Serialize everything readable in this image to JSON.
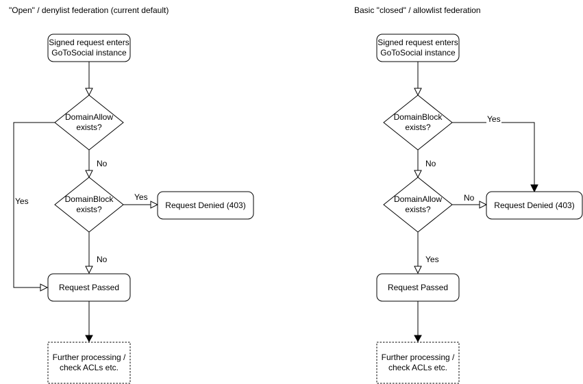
{
  "colors": {
    "stroke": "#000000",
    "shape_fill": "#ffffff",
    "text": "#000000",
    "background": "#ffffff"
  },
  "left_chart": {
    "title": "\"Open\" / denylist federation (current default)",
    "start_line1": "Signed request enters",
    "start_line2": "GoToSocial instance",
    "decision1_line1": "DomainAllow",
    "decision1_line2": "exists?",
    "decision1_no": "No",
    "decision1_yes": "Yes",
    "decision2_line1": "DomainBlock",
    "decision2_line2": "exists?",
    "decision2_yes": "Yes",
    "decision2_no": "No",
    "denied_label": "Request Denied (403)",
    "passed_label": "Request Passed",
    "further_line1": "Further processing /",
    "further_line2": "check ACLs etc."
  },
  "right_chart": {
    "title": "Basic \"closed\" / allowlist federation",
    "start_line1": "Signed request enters",
    "start_line2": "GoToSocial instance",
    "decision1_line1": "DomainBlock",
    "decision1_line2": "exists?",
    "decision1_yes": "Yes",
    "decision1_no": "No",
    "decision2_line1": "DomainAllow",
    "decision2_line2": "exists?",
    "decision2_no": "No",
    "decision2_yes": "Yes",
    "denied_label": "Request Denied (403)",
    "passed_label": "Request Passed",
    "further_line1": "Further processing /",
    "further_line2": "check ACLs etc."
  }
}
